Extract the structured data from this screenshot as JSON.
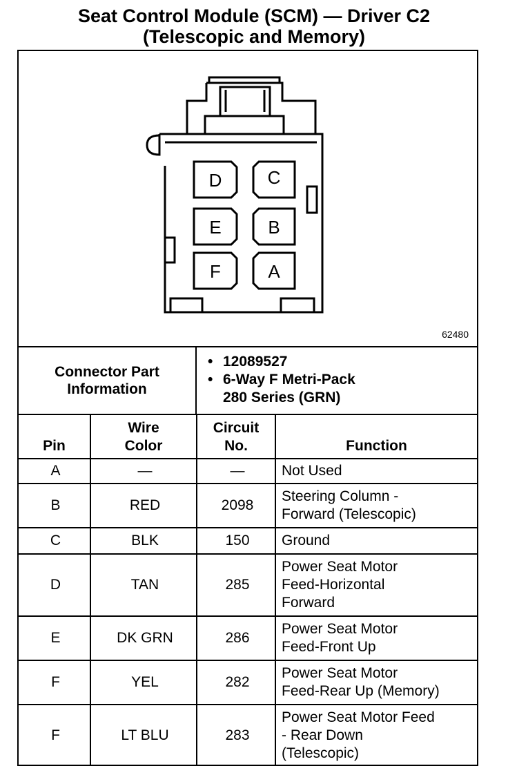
{
  "title": {
    "line1": "Seat Control Module (SCM) — Driver C2",
    "line2": "(Telescopic and Memory)"
  },
  "diagram": {
    "pins": [
      "D",
      "C",
      "E",
      "B",
      "F",
      "A"
    ],
    "figure_number": "62480"
  },
  "connector": {
    "label_line1": "Connector Part",
    "label_line2": "Information",
    "bullets": [
      "•",
      "•"
    ],
    "part_number": "12089527",
    "description_line1": "6-Way F Metri-Pack",
    "description_line2": "280 Series (GRN)"
  },
  "table": {
    "headers": {
      "pin": "Pin",
      "wire_color_1": "Wire",
      "wire_color_2": "Color",
      "circuit_1": "Circuit",
      "circuit_2": "No.",
      "function": "Function"
    },
    "rows": [
      {
        "pin": "A",
        "wire": "—",
        "circuit": "—",
        "function": [
          "Not Used"
        ]
      },
      {
        "pin": "B",
        "wire": "RED",
        "circuit": "2098",
        "function": [
          "Steering Column -",
          "Forward (Telescopic)"
        ]
      },
      {
        "pin": "C",
        "wire": "BLK",
        "circuit": "150",
        "function": [
          "Ground"
        ]
      },
      {
        "pin": "D",
        "wire": "TAN",
        "circuit": "285",
        "function": [
          "Power Seat Motor",
          "Feed-Horizontal",
          "Forward"
        ]
      },
      {
        "pin": "E",
        "wire": "DK GRN",
        "circuit": "286",
        "function": [
          "Power Seat Motor",
          "Feed-Front Up"
        ]
      },
      {
        "pin": "F",
        "wire": "YEL",
        "circuit": "282",
        "function": [
          "Power Seat Motor",
          "Feed-Rear Up (Memory)"
        ]
      },
      {
        "pin": "F",
        "wire": "LT BLU",
        "circuit": "283",
        "function": [
          "Power Seat Motor Feed",
          "- Rear Down",
          "(Telescopic)"
        ]
      }
    ]
  }
}
